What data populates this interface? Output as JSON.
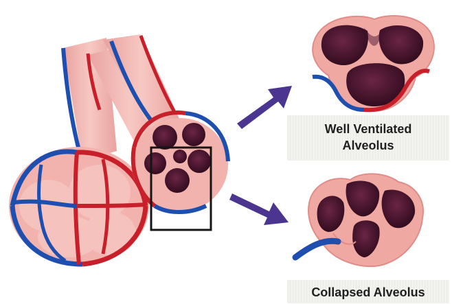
{
  "labels": {
    "well_ventilated_line1": "Well Ventilated",
    "well_ventilated_line2": "Alveolus",
    "collapsed": "Collapsed Alveolus"
  },
  "colors": {
    "tissue_pink": "#f2b2ad",
    "tissue_dark_pink": "#e89a95",
    "alveolar_space": "#4a1530",
    "artery_red": "#c8202a",
    "vein_blue": "#1f4fae",
    "arrow_purple": "#4b3590",
    "highlight_box": "#151515"
  }
}
